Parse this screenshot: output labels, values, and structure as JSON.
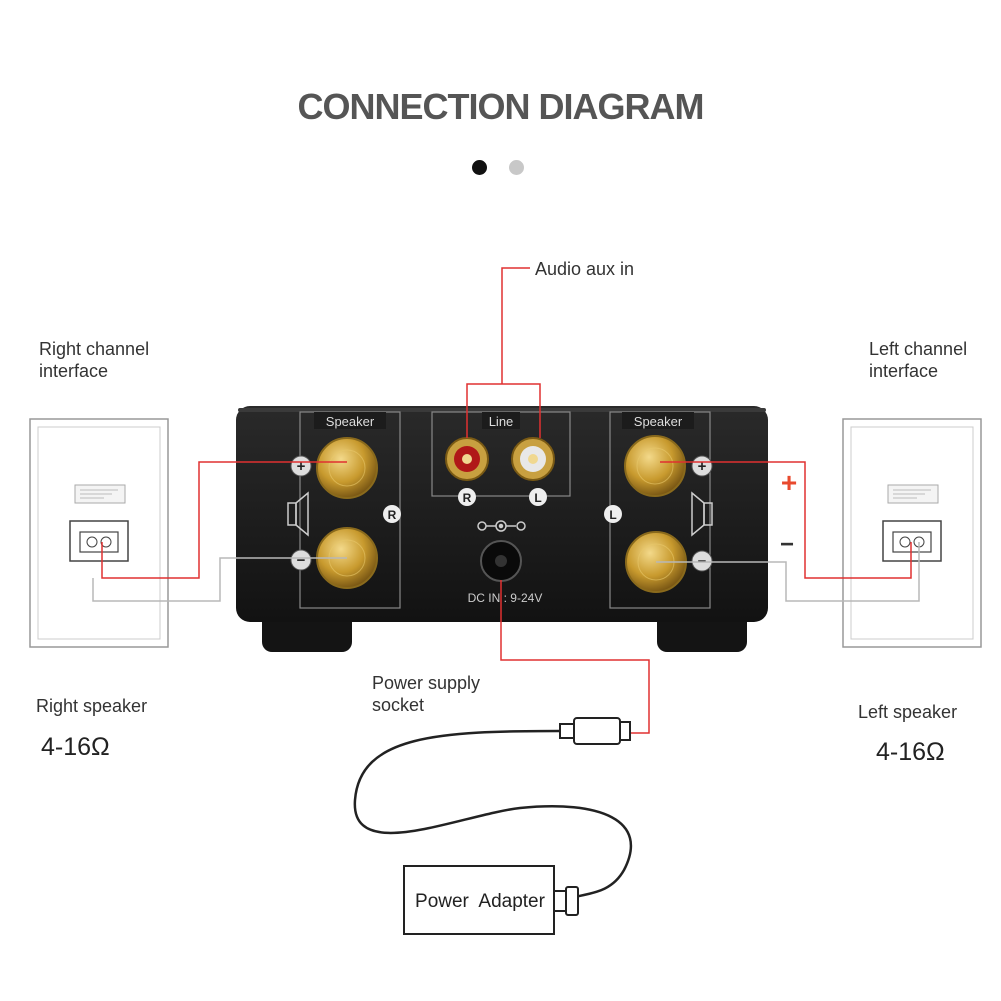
{
  "header": {
    "title": "CONNECTION DIAGRAM",
    "pager": {
      "dots": 2,
      "active_index": 0
    }
  },
  "labels": {
    "audio_aux_in": "Audio aux in",
    "right_channel": "Right channel\ninterface",
    "left_channel": "Left channel\ninterface",
    "right_speaker": "Right speaker",
    "left_speaker": "Left speaker",
    "right_impedance": "4-16Ω",
    "left_impedance": "4-16Ω",
    "power_socket": "Power supply\nsocket",
    "power_adapter": "Power  Adapter"
  },
  "amplifier": {
    "speaker_label_left": "Speaker",
    "speaker_label_right": "Speaker",
    "line_label": "Line",
    "line_r": "R",
    "line_l": "L",
    "channel_r": "R",
    "channel_l": "L",
    "plus": "+",
    "minus": "−",
    "dc_in": "DC IN : 9-24V"
  },
  "polarity": {
    "plus": "+",
    "minus": "−"
  },
  "colors": {
    "wire_red": "#e03030",
    "wire_gray": "#b8b8b8",
    "amp_body": "#1c1c1c",
    "gold": "#c89a2e",
    "polarity_plus": "#e84a2e",
    "text": "#333333"
  }
}
